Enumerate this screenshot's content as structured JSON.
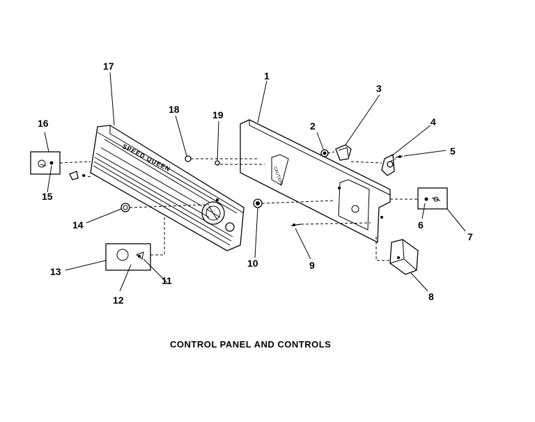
{
  "diagram": {
    "title": "CONTROL PANEL AND CONTROLS",
    "brand_text": "SPEED QUEEN",
    "callouts": {
      "c1": "1",
      "c2": "2",
      "c3": "3",
      "c4": "4",
      "c5": "5",
      "c6": "6",
      "c7": "7",
      "c8": "8",
      "c9": "9",
      "c10": "10",
      "c11": "11",
      "c12": "12",
      "c13": "13",
      "c14": "14",
      "c15": "15",
      "c16": "16",
      "c17": "17",
      "c18": "18",
      "c19": "19"
    },
    "icons": {
      "panel": "control-panel-backplate",
      "bezel": "control-panel-front-bezel",
      "timer": "timer-assembly",
      "switch": "rotary-switch"
    }
  }
}
